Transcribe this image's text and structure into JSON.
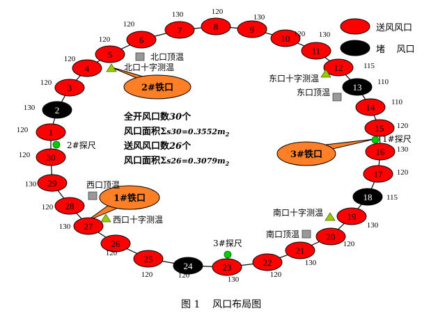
{
  "caption": "图 1    风口布局图",
  "legend": {
    "supply_label": "送风风口",
    "plugged_label": "堵    风口"
  },
  "info_lines": [
    {
      "main": "全开风口数",
      "em": "30",
      "tail": "个"
    },
    {
      "main": "风口面积Σ",
      "em": "s30=0.3552m",
      "tail": "2"
    },
    {
      "main": "送风风口数",
      "em": "26",
      "tail": "个"
    },
    {
      "main": "风口面积Σ",
      "em": "s26=0.3079m",
      "tail": "2"
    }
  ],
  "tapholes": [
    {
      "id": "tap2",
      "label": "2#铁口"
    },
    {
      "id": "tap3",
      "label": "3#铁口"
    },
    {
      "id": "tap1",
      "label": "1#铁口"
    }
  ],
  "probes": [
    {
      "id": "probe2",
      "label": "2#探尺"
    },
    {
      "id": "probe1",
      "label": "1#探尺"
    },
    {
      "id": "probe3",
      "label": "3#探尺"
    }
  ],
  "cross_temps": [
    {
      "id": "north",
      "label": "北口十字测温"
    },
    {
      "id": "east",
      "label": "东口十字测温"
    },
    {
      "id": "south",
      "label": "南口十字测温"
    },
    {
      "id": "west",
      "label": "西口十字测温"
    }
  ],
  "top_temps": [
    {
      "id": "north",
      "label": "北口顶温"
    },
    {
      "id": "east",
      "label": "东口顶温"
    },
    {
      "id": "south",
      "label": "南口顶温"
    },
    {
      "id": "west",
      "label": "西口顶温"
    }
  ],
  "colors": {
    "supply": "#ff0000",
    "plugged": "#000000",
    "taphole": "#ff7f27",
    "probe": "#00cc00",
    "cross_temp": "#99cc00",
    "top_temp": "#999999"
  },
  "tuyeres": [
    {
      "n": "1",
      "status": "supply",
      "size": "120"
    },
    {
      "n": "2",
      "status": "plugged",
      "size": "130"
    },
    {
      "n": "3",
      "status": "supply",
      "size": "120"
    },
    {
      "n": "4",
      "status": "supply",
      "size": "120"
    },
    {
      "n": "5",
      "status": "supply",
      "size": "120"
    },
    {
      "n": "6",
      "status": "supply",
      "size": "120"
    },
    {
      "n": "7",
      "status": "supply",
      "size": "130"
    },
    {
      "n": "8",
      "status": "supply",
      "size": "120"
    },
    {
      "n": "9",
      "status": "supply",
      "size": "130"
    },
    {
      "n": "10",
      "status": "supply",
      "size": "120"
    },
    {
      "n": "11",
      "status": "supply",
      "size": "130"
    },
    {
      "n": "12",
      "status": "supply",
      "size": "115"
    },
    {
      "n": "13",
      "status": "plugged",
      "size": "110"
    },
    {
      "n": "14",
      "status": "supply",
      "size": "110"
    },
    {
      "n": "15",
      "status": "supply",
      "size": "120"
    },
    {
      "n": "16",
      "status": "supply",
      "size": "130"
    },
    {
      "n": "17",
      "status": "supply",
      "size": "120"
    },
    {
      "n": "18",
      "status": "plugged",
      "size": "115"
    },
    {
      "n": "19",
      "status": "supply",
      "size": "130"
    },
    {
      "n": "20",
      "status": "supply",
      "size": "120"
    },
    {
      "n": "21",
      "status": "supply",
      "size": "130"
    },
    {
      "n": "22",
      "status": "supply",
      "size": "120"
    },
    {
      "n": "23",
      "status": "supply",
      "size": "130"
    },
    {
      "n": "24",
      "status": "plugged",
      "size": "120"
    },
    {
      "n": "25",
      "status": "supply",
      "size": "120"
    },
    {
      "n": "26",
      "status": "supply",
      "size": "120"
    },
    {
      "n": "27",
      "status": "supply",
      "size": "130"
    },
    {
      "n": "28",
      "status": "supply",
      "size": "120"
    },
    {
      "n": "29",
      "status": "supply",
      "size": "130"
    },
    {
      "n": "30",
      "status": "supply",
      "size": "120"
    }
  ]
}
